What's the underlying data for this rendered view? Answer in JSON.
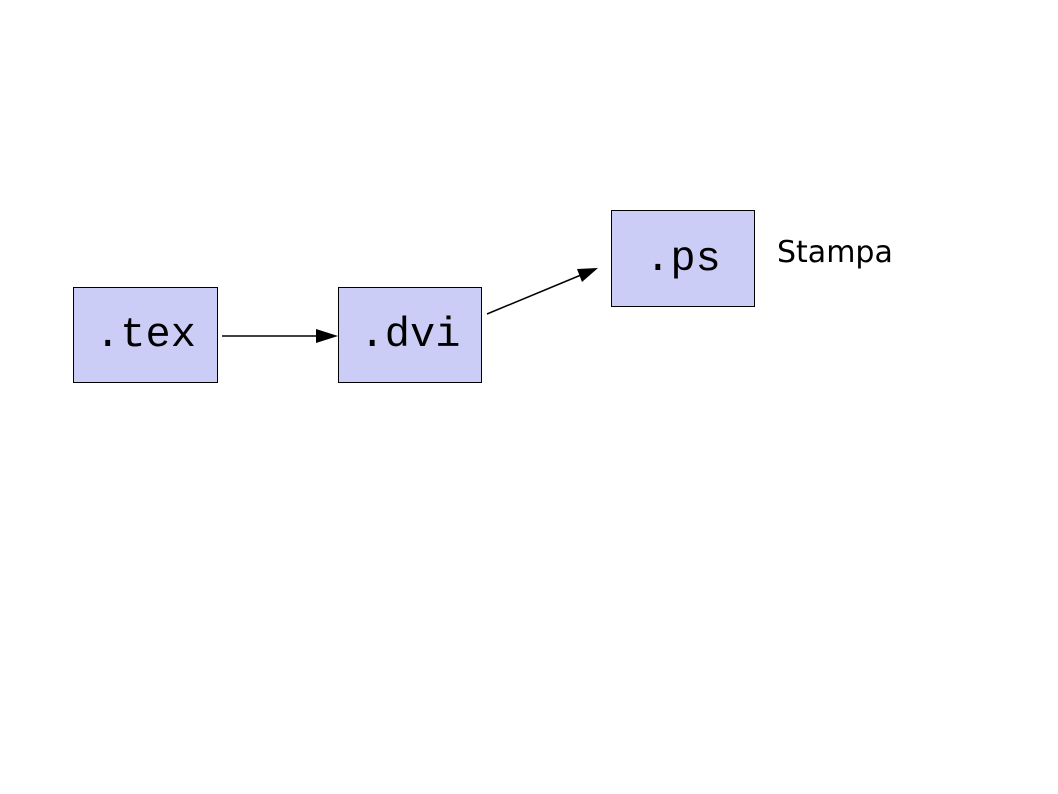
{
  "diagram": {
    "nodes": [
      {
        "id": "tex",
        "label": ".tex"
      },
      {
        "id": "dvi",
        "label": ".dvi"
      },
      {
        "id": "ps",
        "label": ".ps"
      }
    ],
    "edges": [
      {
        "from": "tex",
        "to": "dvi",
        "style": "arrow"
      },
      {
        "from": "dvi",
        "to": "ps",
        "style": "arrow"
      }
    ],
    "annotation": {
      "label": "Stampa",
      "attached_to": "ps"
    },
    "colors": {
      "background": "#ffffff",
      "node_fill": "#cccdf6",
      "node_border": "#000000",
      "arrow": "#000000",
      "text": "#000000"
    }
  }
}
